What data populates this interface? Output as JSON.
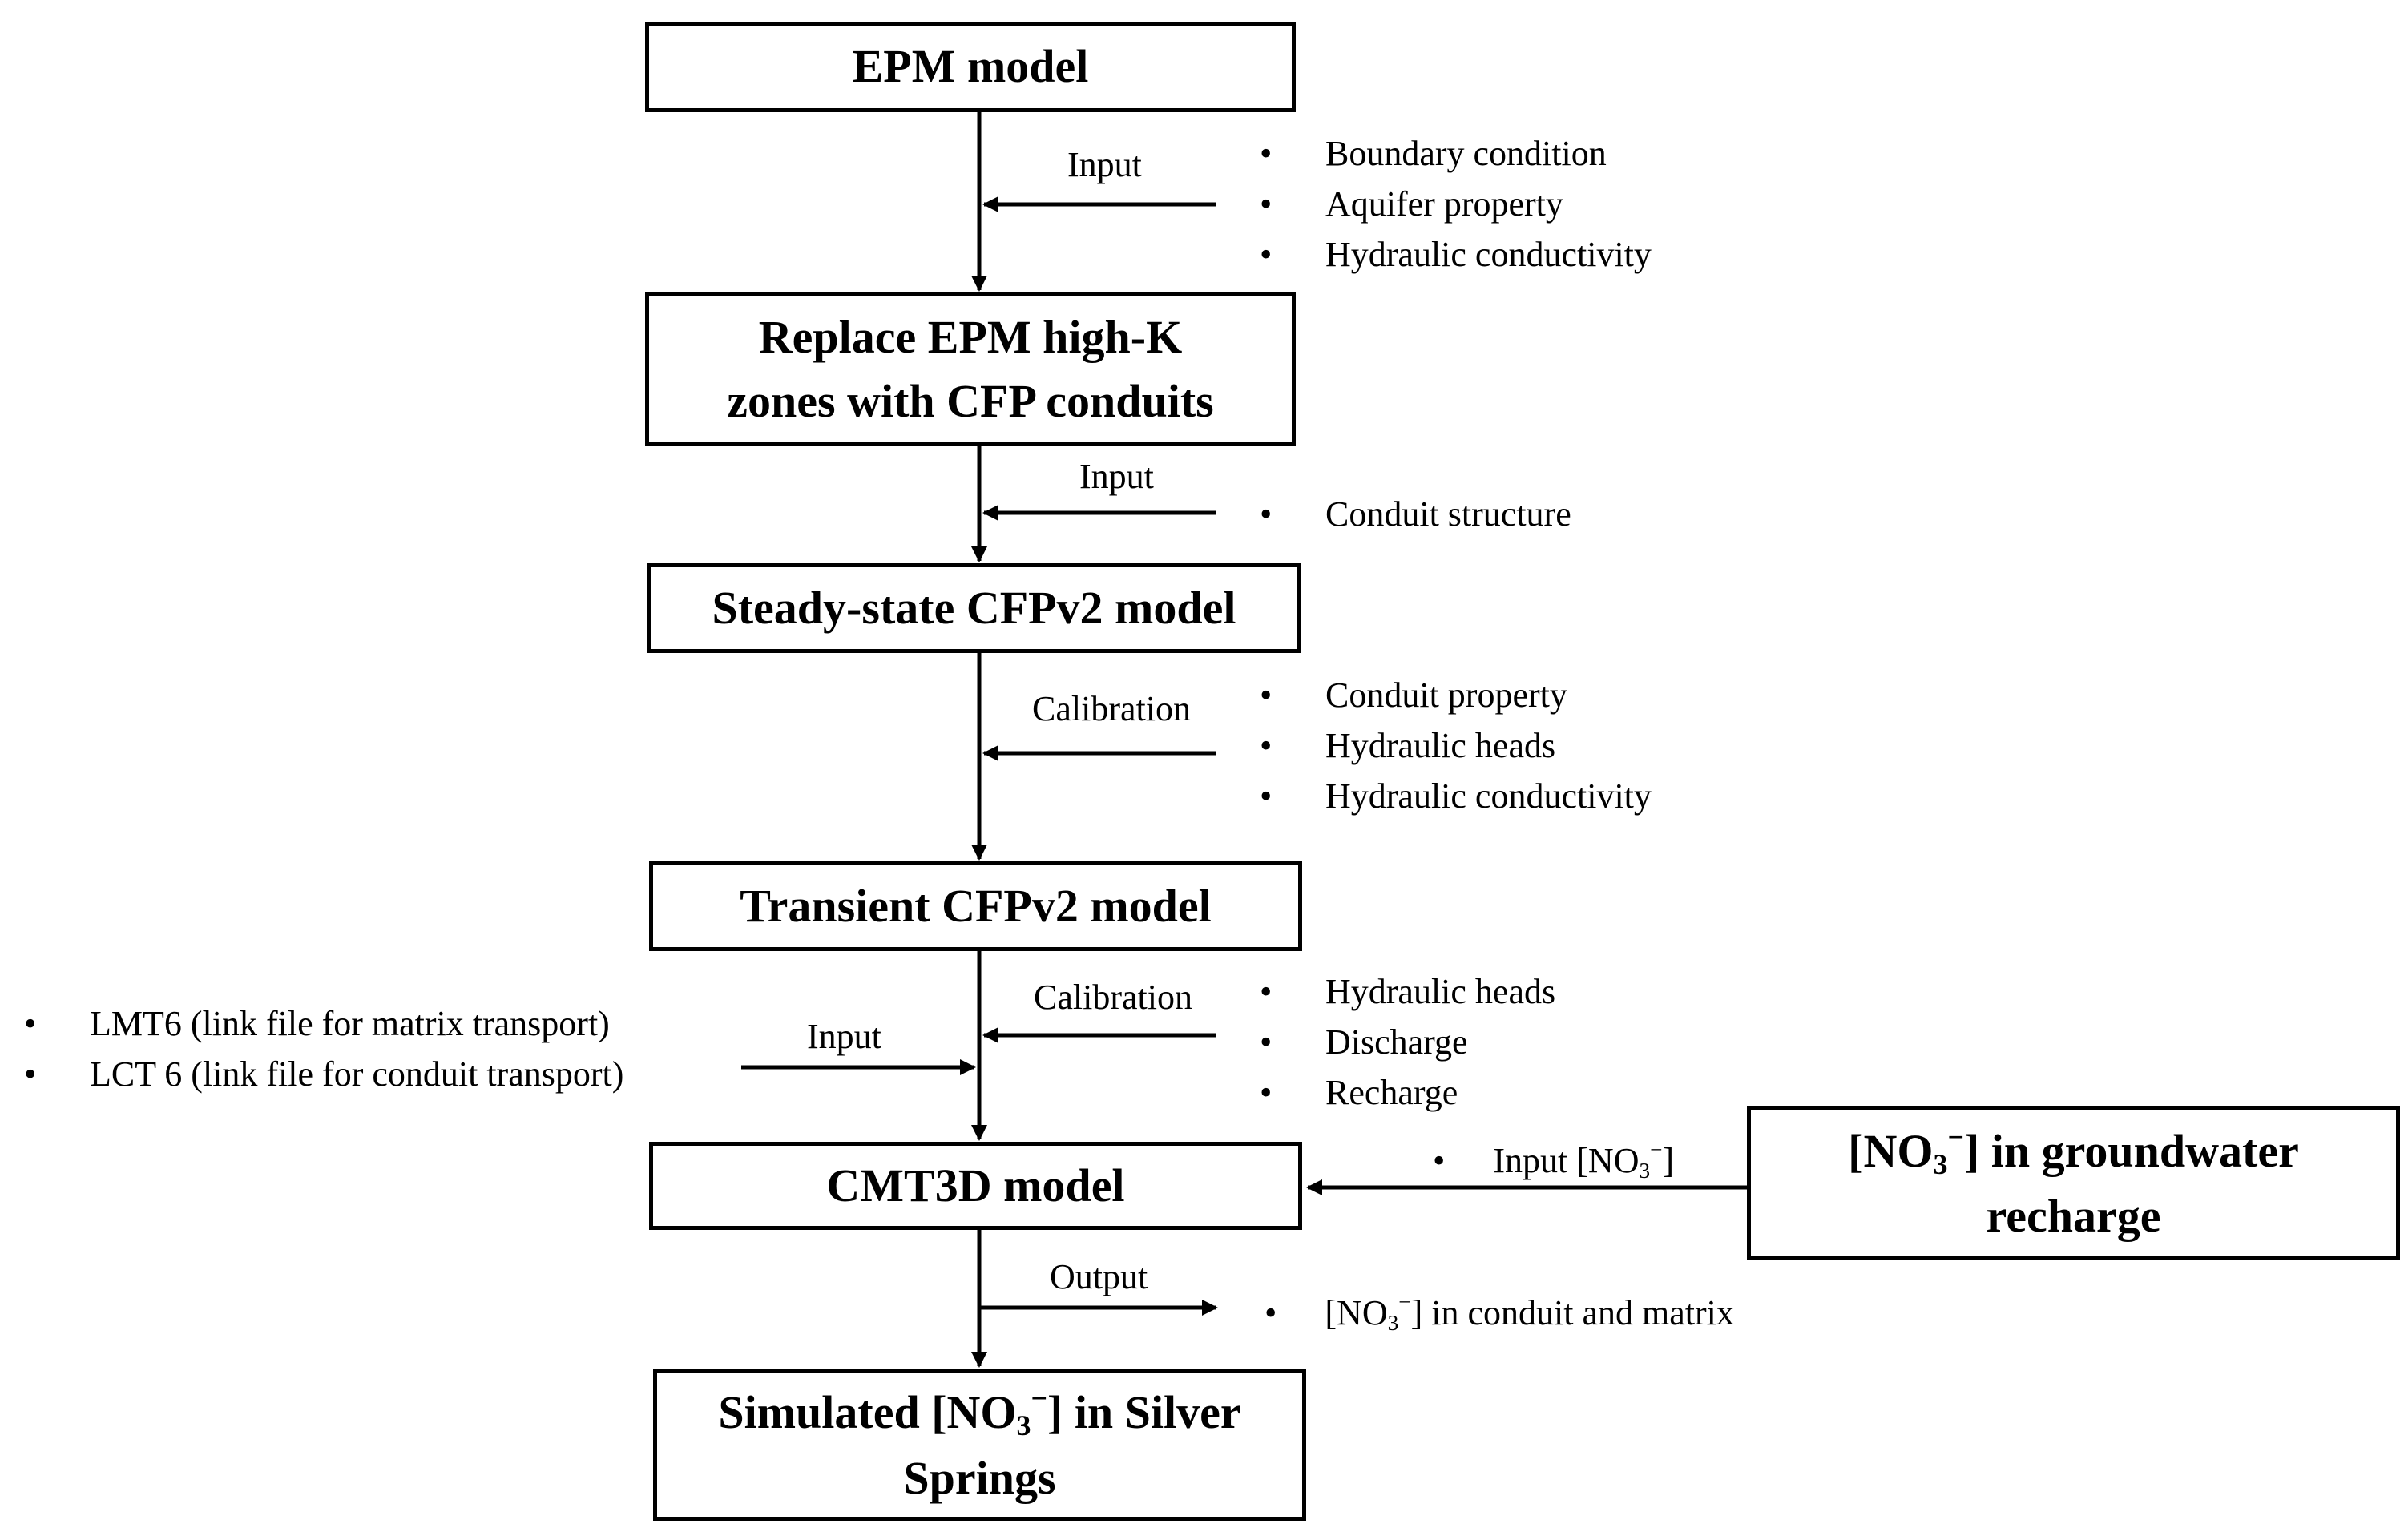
{
  "boxes": {
    "epm_model": "EPM model",
    "replace_line1": "Replace EPM high-K",
    "replace_line2": "zones with CFP conduits",
    "steady_state": "Steady-state CFPv2 model",
    "transient": "Transient CFPv2 model",
    "cmt3d": "CMT3D model",
    "simulated": {
      "pre": "Simulated [NO",
      "sub": "3",
      "sup": "−",
      "post": "] in Silver",
      "line2": "Springs"
    },
    "recharge": {
      "pre": "[NO",
      "sub": "3",
      "sup": "−",
      "post": "] in groundwater",
      "line2": "recharge"
    }
  },
  "labels": {
    "input_1": "Input",
    "input_2": "Input",
    "calibration_1": "Calibration",
    "calibration_2": "Calibration",
    "input_left": "Input",
    "output": "Output"
  },
  "lists": {
    "epm_inputs": [
      "Boundary condition",
      "Aquifer property",
      "Hydraulic conductivity"
    ],
    "conduit_inputs": [
      "Conduit structure"
    ],
    "steady_calibration": [
      "Conduit property",
      "Hydraulic heads",
      "Hydraulic conductivity"
    ],
    "transient_calibration": [
      "Hydraulic heads",
      "Discharge",
      "Recharge"
    ],
    "link_files": [
      "LMT6 (link file for matrix transport)",
      "LCT 6 (link file for conduit transport)"
    ]
  },
  "input_no3": {
    "pre": "Input [NO",
    "sub": "3",
    "sup": "−",
    "post": "]"
  },
  "output_no3": {
    "pre": "[NO",
    "sub": "3",
    "sup": "−",
    "post": "] in conduit and matrix"
  }
}
